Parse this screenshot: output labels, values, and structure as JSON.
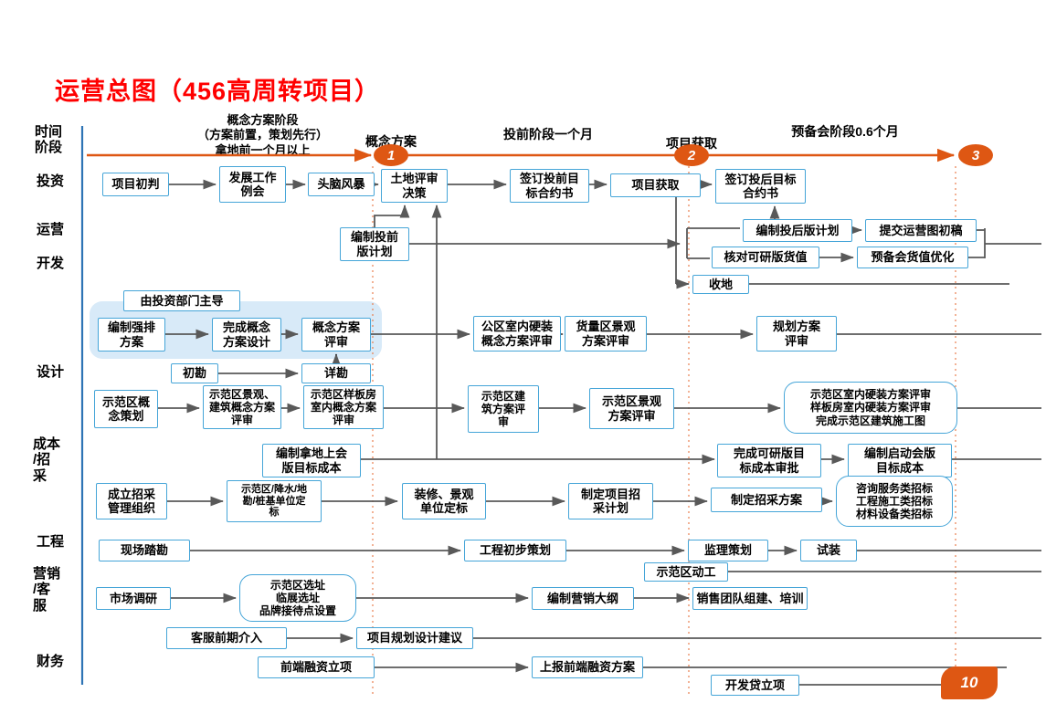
{
  "title": "运营总图（456高周转项目）",
  "page_number": "10",
  "colors": {
    "title_red": "#FF0000",
    "accent_orange": "#DE5713",
    "box_border_blue": "#45A5D8",
    "highlight_blue": "#D8EAF8",
    "connector_gray": "#595959",
    "lane_line_blue": "#2E74B5"
  },
  "timeline": {
    "lane_label": "时间\n阶段",
    "phase1": "概念方案阶段\n（方案前置，策划先行）\n拿地前一个月以上",
    "phase2": "投前阶段一个月",
    "phase3": "预备会阶段0.6个月",
    "m1_num": "1",
    "m1_label": "概念方案",
    "m2_num": "2",
    "m2_label": "项目获取",
    "m3_num": "3"
  },
  "lanes": [
    "投资",
    "运营",
    "开发",
    "设计",
    "成本\n/招\n采",
    "工程",
    "营销\n/客\n服",
    "财务"
  ],
  "annotations": {
    "lead": "由投资部门主导"
  },
  "nodes": {
    "inv1": "项目初判",
    "inv2": "发展工作\n例会",
    "inv3": "头脑风暴",
    "inv4": "土地评审\n决策",
    "inv5": "签订投前目\n标合约书",
    "inv6": "项目获取",
    "inv7": "签订投后目标\n合约书",
    "ops1": "编制投前\n版计划",
    "ops2": "编制投后版计划",
    "ops3": "提交运营图初稿",
    "ops4": "核对可研版货值",
    "ops5": "预备会货值优化",
    "dev1": "收地",
    "dsg1": "编制强排\n方案",
    "dsg2": "完成概念\n方案设计",
    "dsg3": "概念方案\n评审",
    "dsg4": "初勘",
    "dsg5": "详勘",
    "dsg6": "公区室内硬装\n概念方案评审",
    "dsg7": "货量区景观\n方案评审",
    "dsg8": "规划方案\n评审",
    "dsg9": "示范区概\n念策划",
    "dsg10": "示范区景观、\n建筑概念方案\n评审",
    "dsg11": "示范区样板房\n室内概念方案\n评审",
    "dsg12": "示范区建\n筑方案评\n审",
    "dsg13": "示范区景观\n方案评审",
    "dsg14": "示范区室内硬装方案评审\n样板房室内硬装方案评审\n完成示范区建筑施工图",
    "cost1": "编制拿地上会\n版目标成本",
    "cost2": "完成可研版目\n标成本审批",
    "cost3": "编制启动会版\n目标成本",
    "cost4": "成立招采\n管理组织",
    "cost5": "示范区/降水/地\n勘/桩基单位定\n标",
    "cost6": "装修、景观\n单位定标",
    "cost7": "制定项目招\n采计划",
    "cost8": "制定招采方案",
    "cost9": "咨询服务类招标\n工程施工类招标\n材料设备类招标",
    "eng1": "现场踏勘",
    "eng2": "工程初步策划",
    "eng3": "监理策划",
    "eng4": "试装",
    "eng5": "示范区动工",
    "mkt1": "市场调研",
    "mkt2": "示范区选址\n临展选址\n品牌接待点设置",
    "mkt3": "编制营销大纲",
    "mkt4": "销售团队组建、培训",
    "cs1": "客服前期介入",
    "cs2": "项目规划设计建议",
    "fin1": "前端融资立项",
    "fin2": "上报前端融资方案",
    "fin3": "开发贷立项"
  }
}
